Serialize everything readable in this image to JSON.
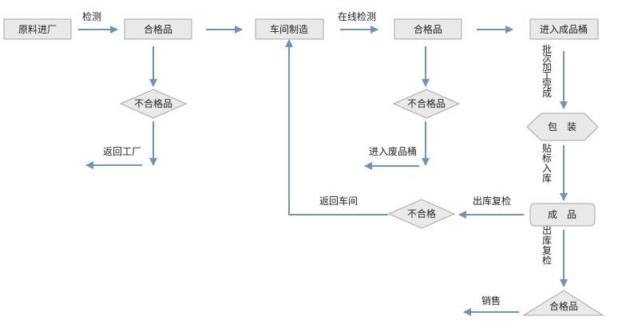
{
  "nodes": {
    "raw_material": "原料进厂",
    "qualified_1": "合格品",
    "unqualified_1": "不合格品",
    "workshop": "车间制造",
    "qualified_2": "合格品",
    "unqualified_2": "不合格品",
    "finished_bucket": "进入成品桶",
    "packaging": "包　装",
    "finished": "成　品",
    "unqualified_3": "不合格",
    "qualified_3": "合格品"
  },
  "edge_labels": {
    "inspect": "检测",
    "return_factory": "返回工厂",
    "online_inspect": "在线检测",
    "to_waste": "进入废品桶",
    "batch_done": "批次加工完成",
    "label_in": "贴标入库",
    "recheck_1": "出库复检",
    "recheck_2": "出库复检",
    "return_workshop": "返回车间",
    "sales": "销售"
  },
  "colors": {
    "arrow": "#6f94b6",
    "box_fill": "#e9e9e9",
    "box_stroke": "#a6a6a6"
  }
}
